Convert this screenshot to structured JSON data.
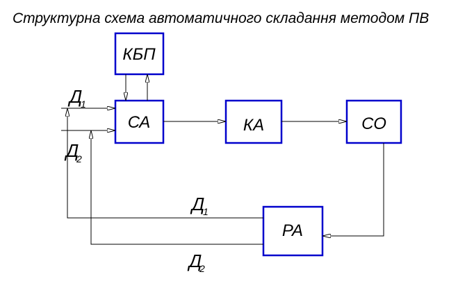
{
  "title": "Структурна схема автоматичного складання методом ПВ",
  "blocks": {
    "kbp": "КБП",
    "sa": "СА",
    "ka": "КА",
    "so": "СО",
    "ra": "РА"
  },
  "signals": {
    "d1_top": {
      "main": "Д",
      "sub": "1"
    },
    "d2_top": {
      "main": "Д",
      "sub": "2"
    },
    "d1_bottom": {
      "main": "Д",
      "sub": "1"
    },
    "d2_bottom": {
      "main": "Д",
      "sub": "2"
    }
  }
}
